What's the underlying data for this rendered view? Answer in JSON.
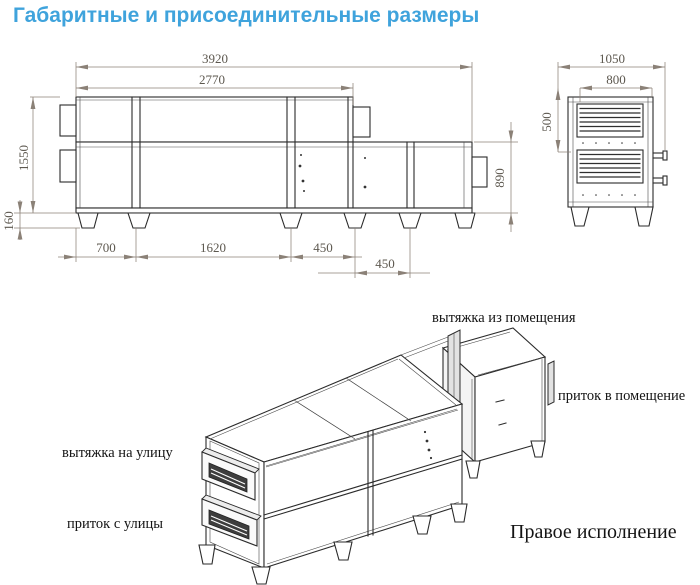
{
  "title": "Габаритные и присоединительные размеры",
  "front_view": {
    "dim_total_length": "3920",
    "dim_upper_length": "2770",
    "dim_height": "1550",
    "dim_leg_height": "160",
    "dim_right_height": "890",
    "dim_seg_left": "700",
    "dim_seg_mid": "1620",
    "dim_seg_right": "450",
    "dim_seg_far_right": "450"
  },
  "side_view": {
    "dim_depth": "1050",
    "dim_opening_width": "800",
    "dim_opening_height": "500"
  },
  "iso_view": {
    "label_exhaust_from_room": "вытяжка из помещения",
    "label_supply_to_room": "приток в помещение",
    "label_exhaust_to_street": "вытяжка на улицу",
    "label_supply_from_street": "приток с улицы",
    "caption": "Правое исполнение"
  },
  "colors": {
    "title_accent": "#3fa3dc",
    "drawing_line": "#2b2b2b",
    "dimension_line": "#8b8177"
  }
}
